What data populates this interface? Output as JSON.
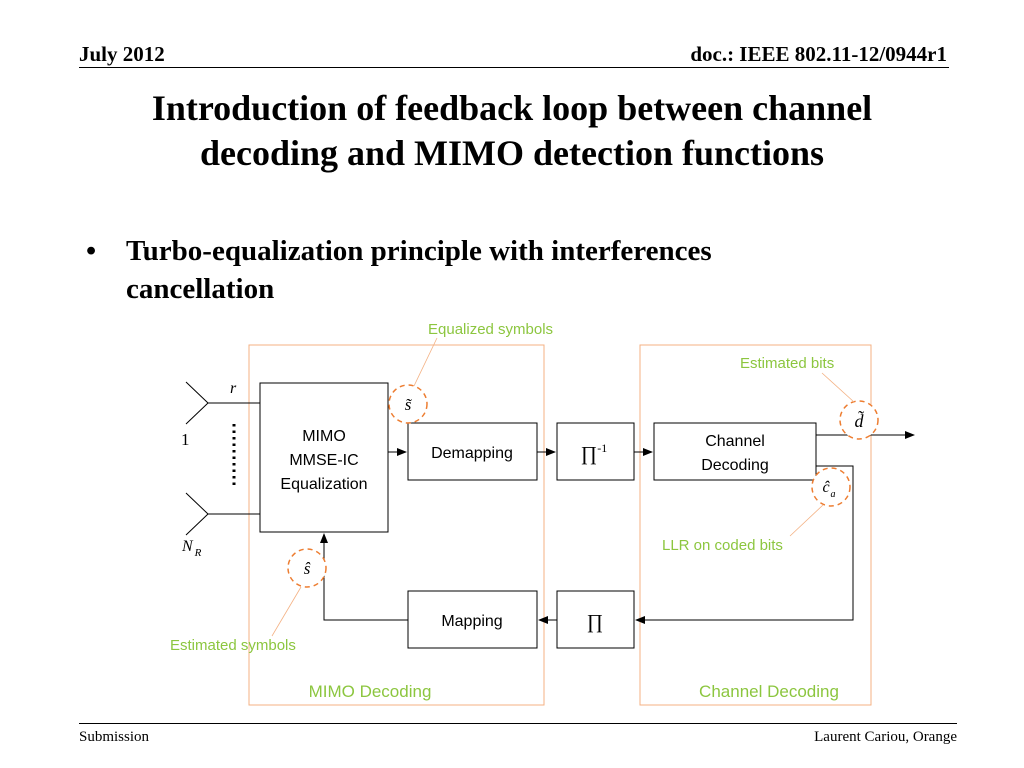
{
  "header": {
    "date": "July 2012",
    "doc_id": "doc.: IEEE 802.11-12/0944r1"
  },
  "title": {
    "line1": "Introduction of feedback loop between channel",
    "line2": "decoding and MIMO detection functions"
  },
  "bullet": {
    "symbol": "•",
    "line1": "Turbo-equalization principle with interferences",
    "line2": "cancellation"
  },
  "diagram": {
    "labels": {
      "equalized_symbols": "Equalized symbols",
      "estimated_bits": "Estimated bits",
      "llr_coded_bits": "LLR on coded bits",
      "estimated_symbols": "Estimated symbols",
      "mimo_decoding": "MIMO Decoding",
      "channel_decoding_region": "Channel Decoding"
    },
    "blocks": {
      "mimo_line1": "MIMO",
      "mimo_line2": "MMSE-IC",
      "mimo_line3": "Equalization",
      "demapping": "Demapping",
      "deinterleaver": "∏",
      "deinterleaver_sup": "-1",
      "channel_line1": "Channel",
      "channel_line2": "Decoding",
      "mapping": "Mapping",
      "interleaver": "∏"
    },
    "symbols": {
      "r": "r",
      "antenna_1": "1",
      "antenna_n": "N",
      "antenna_n_sub": "R",
      "s_tilde": "s̃",
      "s_hat": "ŝ",
      "d_tilde": "d̃",
      "c_hat": "ĉ",
      "c_hat_sub": "a"
    },
    "colors": {
      "annotation": "#8cc63f",
      "region_border": "#f4b183",
      "dashed_circle": "#ed7d31"
    }
  },
  "footer": {
    "left": "Submission",
    "right": "Laurent Cariou, Orange"
  }
}
